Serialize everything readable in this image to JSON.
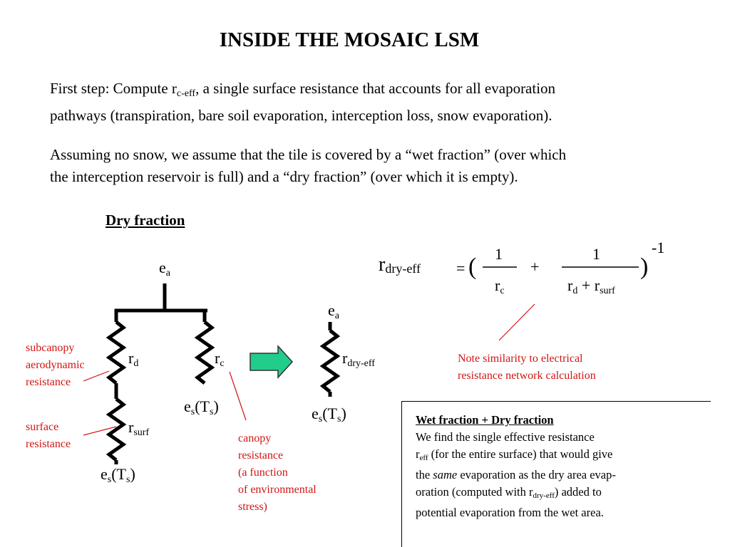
{
  "title": "INSIDE THE MOSAIC LSM",
  "para1": {
    "prefix": "First step:  Compute r",
    "sub": "c-eff",
    "rest_line1": ", a single surface resistance that accounts for all evaporation",
    "line2": "pathways (transpiration, bare soil evaporation, interception loss, snow evaporation)."
  },
  "para2": {
    "line1": "Assuming no snow, we assume that the tile is covered by a “wet fraction” (over which",
    "line2": "the interception reservoir is full) and a “dry fraction” (over which it is empty)."
  },
  "dry_fraction_heading": "Dry fraction",
  "left_network": {
    "ea": {
      "base": "e",
      "sub": "a"
    },
    "rd": {
      "base": "r",
      "sub": "d"
    },
    "rc": {
      "base": "r",
      "sub": "c"
    },
    "rsurf": {
      "base": "r",
      "sub": "surf"
    },
    "es_right": {
      "base": "e",
      "sub": "s",
      "rest": "(T",
      "sub2": "s",
      "close": ")"
    },
    "es_bottom": {
      "base": "e",
      "sub": "s",
      "rest": "(T",
      "sub2": "s",
      "close": ")"
    }
  },
  "right_network": {
    "ea": {
      "base": "e",
      "sub": "a"
    },
    "rdry": {
      "base": "r",
      "sub": "dry-eff"
    },
    "es": {
      "base": "e",
      "sub": "s",
      "rest": "(T",
      "sub2": "s",
      "close": ")"
    }
  },
  "notes": {
    "subcanopy": [
      "subcanopy",
      "aerodynamic",
      "resistance"
    ],
    "surface": [
      "surface",
      "resistance"
    ],
    "canopy": [
      "canopy",
      "resistance",
      "(a function",
      "of environmental",
      "stress)"
    ],
    "similarity": [
      "Note similarity to electrical",
      "resistance network calculation"
    ]
  },
  "equation": {
    "lhs_base": "r",
    "lhs_sub": "dry-eff",
    "equals": "=",
    "open_paren": "(",
    "close_paren": ")",
    "exponent": "-1",
    "frac1_num": "1",
    "frac1_den_base": "r",
    "frac1_den_sub": "c",
    "plus": "+",
    "frac2_num": "1",
    "frac2_den_a": "r",
    "frac2_den_a_sub": "d",
    "frac2_den_plus": " + r",
    "frac2_den_b_sub": "surf"
  },
  "wet_box": {
    "heading": "Wet fraction + Dry fraction",
    "line1": "We find the single effective resistance",
    "line2_pre": "r",
    "line2_sub": "eff",
    "line2_post": " (for the entire surface) that would give",
    "line3_pre": "the ",
    "line3_em": "same",
    "line3_post": " evaporation as the dry area evap-",
    "line4_pre": "oration (computed with r",
    "line4_sub": "dry-eff",
    "line4_post": ") added to",
    "line5": "potential evaporation from the wet area."
  },
  "colors": {
    "annotation": "#d11414",
    "arrow_fill": "#22cc8a",
    "arrow_stroke": "#333333"
  }
}
